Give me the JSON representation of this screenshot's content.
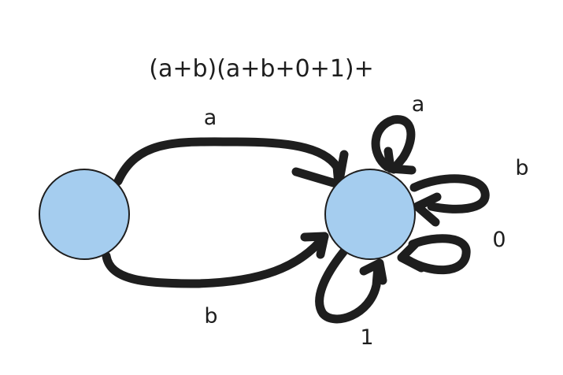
{
  "diagram": {
    "title": "(a+b)(a+b+0+1)+",
    "states": {
      "start": "",
      "accept": ""
    },
    "transitions": [
      {
        "from": "start",
        "to": "accept",
        "label": "a"
      },
      {
        "from": "start",
        "to": "accept",
        "label": "b"
      },
      {
        "from": "accept",
        "to": "accept",
        "label": "a"
      },
      {
        "from": "accept",
        "to": "accept",
        "label": "b"
      },
      {
        "from": "accept",
        "to": "accept",
        "label": "0"
      },
      {
        "from": "accept",
        "to": "accept",
        "label": "1"
      }
    ],
    "colors": {
      "state_fill": "#a5cdef",
      "ink": "#1e1e1e",
      "background": "#ffffff"
    }
  }
}
